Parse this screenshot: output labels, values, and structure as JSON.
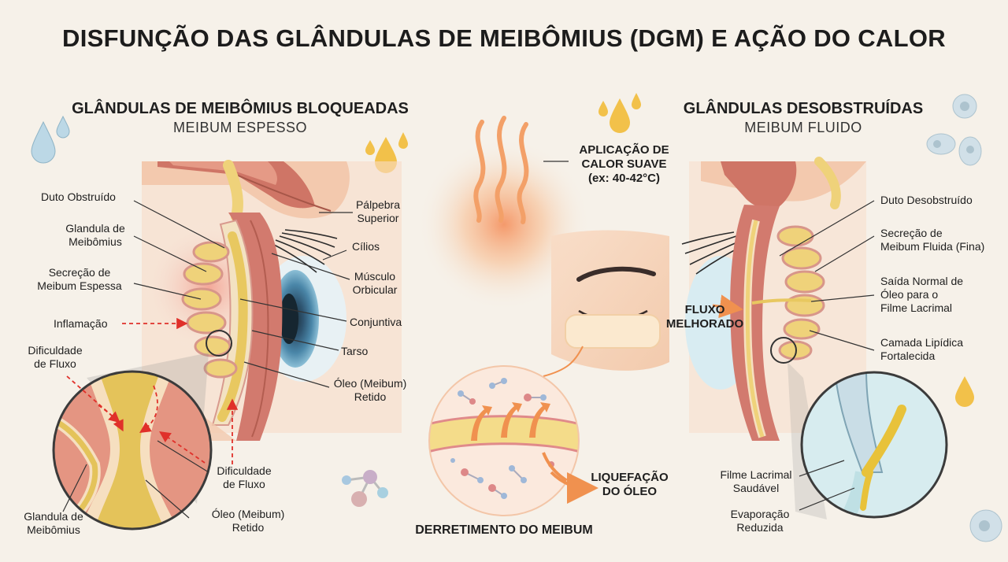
{
  "title": "DISFUNÇÃO DAS GLÂNDULAS DE MEIBÔMIUS (DGM) E AÇÃO DO CALOR",
  "left_panel": {
    "heading": "GLÂNDULAS DE MEIBÔMIUS BLOQUEADAS",
    "subheading": "MEIBUM ESPESSO",
    "labels": {
      "duct": "Duto Obstruído",
      "gland_1": "Glandula de",
      "gland_2": "Meibômius",
      "secretion_1": "Secreção de",
      "secretion_2": "Meibum Espessa",
      "inflammation": "Inflamação",
      "flow_diff_1": "Dificuldade",
      "flow_diff_2": "de Fluxo",
      "eyelid_1": "Pálpebra",
      "eyelid_2": "Superior",
      "lashes": "Cílios",
      "muscle_1": "Músculo",
      "muscle_2": "Orbicular",
      "conjunctiva": "Conjuntiva",
      "tarsus": "Tarso",
      "oil_1": "Óleo (Meibum)",
      "oil_2": "Retido"
    },
    "zoom": {
      "flow_diff_1": "Dificuldade",
      "flow_diff_2": "de Fluxo",
      "gland_1": "Glandula de",
      "gland_2": "Meibômius",
      "oil_1": "Óleo (Meibum)",
      "oil_2": "Retido"
    }
  },
  "center_panel": {
    "heat_1": "APLICAÇÃO DE",
    "heat_2": "CALOR SUAVE",
    "heat_3": "(ex: 40-42°C)",
    "liquefaction_1": "LIQUEFAÇÃO",
    "liquefaction_2": "DO ÓLEO",
    "melting": "DERRETIMENTO DO MEIBUM"
  },
  "right_panel": {
    "heading": "GLÂNDULAS DESOBSTRUÍDAS",
    "subheading": "MEIBUM FLUIDO",
    "labels": {
      "duct": "Duto Desobstruído",
      "secretion_1": "Secreção de",
      "secretion_2": "Meibum Fluida (Fina)",
      "exit_1": "Saída Normal de",
      "exit_2": "Óleo para o",
      "exit_3": "Filme Lacrimal",
      "lipid_1": "Camada Lipídica",
      "lipid_2": "Fortalecida",
      "flow_1": "FLUXO",
      "flow_2": "MELHORADO"
    },
    "zoom": {
      "film_1": "Filme Lacrimal",
      "film_2": "Saudável",
      "evap_1": "Evaporação",
      "evap_2": "Reduzida"
    }
  },
  "colors": {
    "background": "#f6f1e9",
    "muscle": "#d27a6e",
    "gland_oil": "#efd27a",
    "arrow_red": "#e0302a",
    "heat_orange": "#f3a068",
    "tear_blue": "#cfe6ee"
  }
}
